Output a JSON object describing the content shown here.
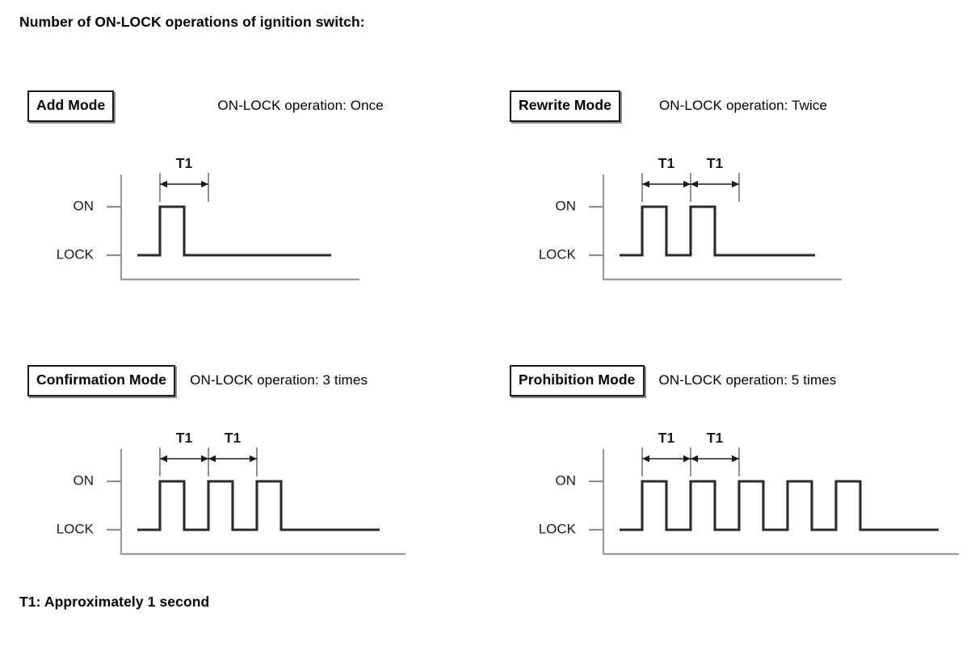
{
  "header": {
    "title": "Number of ON-LOCK operations of ignition switch:"
  },
  "footer": {
    "note": "T1: Approximately 1 second"
  },
  "axis": {
    "on_label": "ON",
    "lock_label": "LOCK",
    "t1_label": "T1"
  },
  "panels": [
    {
      "id": "add-mode",
      "mode_label": "Add Mode",
      "operation_text": "ON-LOCK operation: Once",
      "pulses": 1,
      "t1_markers": 1,
      "head_gap": 128,
      "wave_left": 150,
      "axis_width": 295,
      "trace_width": 260,
      "pulse_width": 30,
      "pulse_gap": 30,
      "first_pulse_x": 48
    },
    {
      "id": "rewrite-mode",
      "mode_label": "Rewrite Mode",
      "operation_text": "ON-LOCK operation: Twice",
      "pulses": 2,
      "t1_markers": 2,
      "head_gap": 48,
      "wave_left": 135,
      "axis_width": 295,
      "trace_width": 262,
      "pulse_width": 30,
      "pulse_gap": 30,
      "first_pulse_x": 48
    },
    {
      "id": "confirmation-mode",
      "mode_label": "Confirmation Mode",
      "operation_text": "ON-LOCK operation: 3 times",
      "pulses": 3,
      "t1_markers": 2,
      "head_gap": 18,
      "wave_left": 150,
      "axis_width": 352,
      "trace_width": 320,
      "pulse_width": 30,
      "pulse_gap": 30,
      "first_pulse_x": 48
    },
    {
      "id": "prohibition-mode",
      "mode_label": "Prohibition Mode",
      "operation_text": "ON-LOCK operation: 5 times",
      "pulses": 5,
      "t1_markers": 2,
      "head_gap": 18,
      "wave_left": 135,
      "axis_width": 440,
      "trace_width": 415,
      "pulse_width": 30,
      "pulse_gap": 30,
      "first_pulse_x": 48
    }
  ],
  "chart_data": {
    "type": "line",
    "title": "Number of ON-LOCK operations of ignition switch",
    "ylabel": "",
    "xlabel": "",
    "levels": [
      "LOCK",
      "ON"
    ],
    "annotation": "T1: Approximately 1 second",
    "series": [
      {
        "name": "Add Mode",
        "pulses": 1,
        "operation": "Once"
      },
      {
        "name": "Rewrite Mode",
        "pulses": 2,
        "operation": "Twice"
      },
      {
        "name": "Confirmation Mode",
        "pulses": 3,
        "operation": "3 times"
      },
      {
        "name": "Prohibition Mode",
        "pulses": 5,
        "operation": "5 times"
      }
    ]
  }
}
